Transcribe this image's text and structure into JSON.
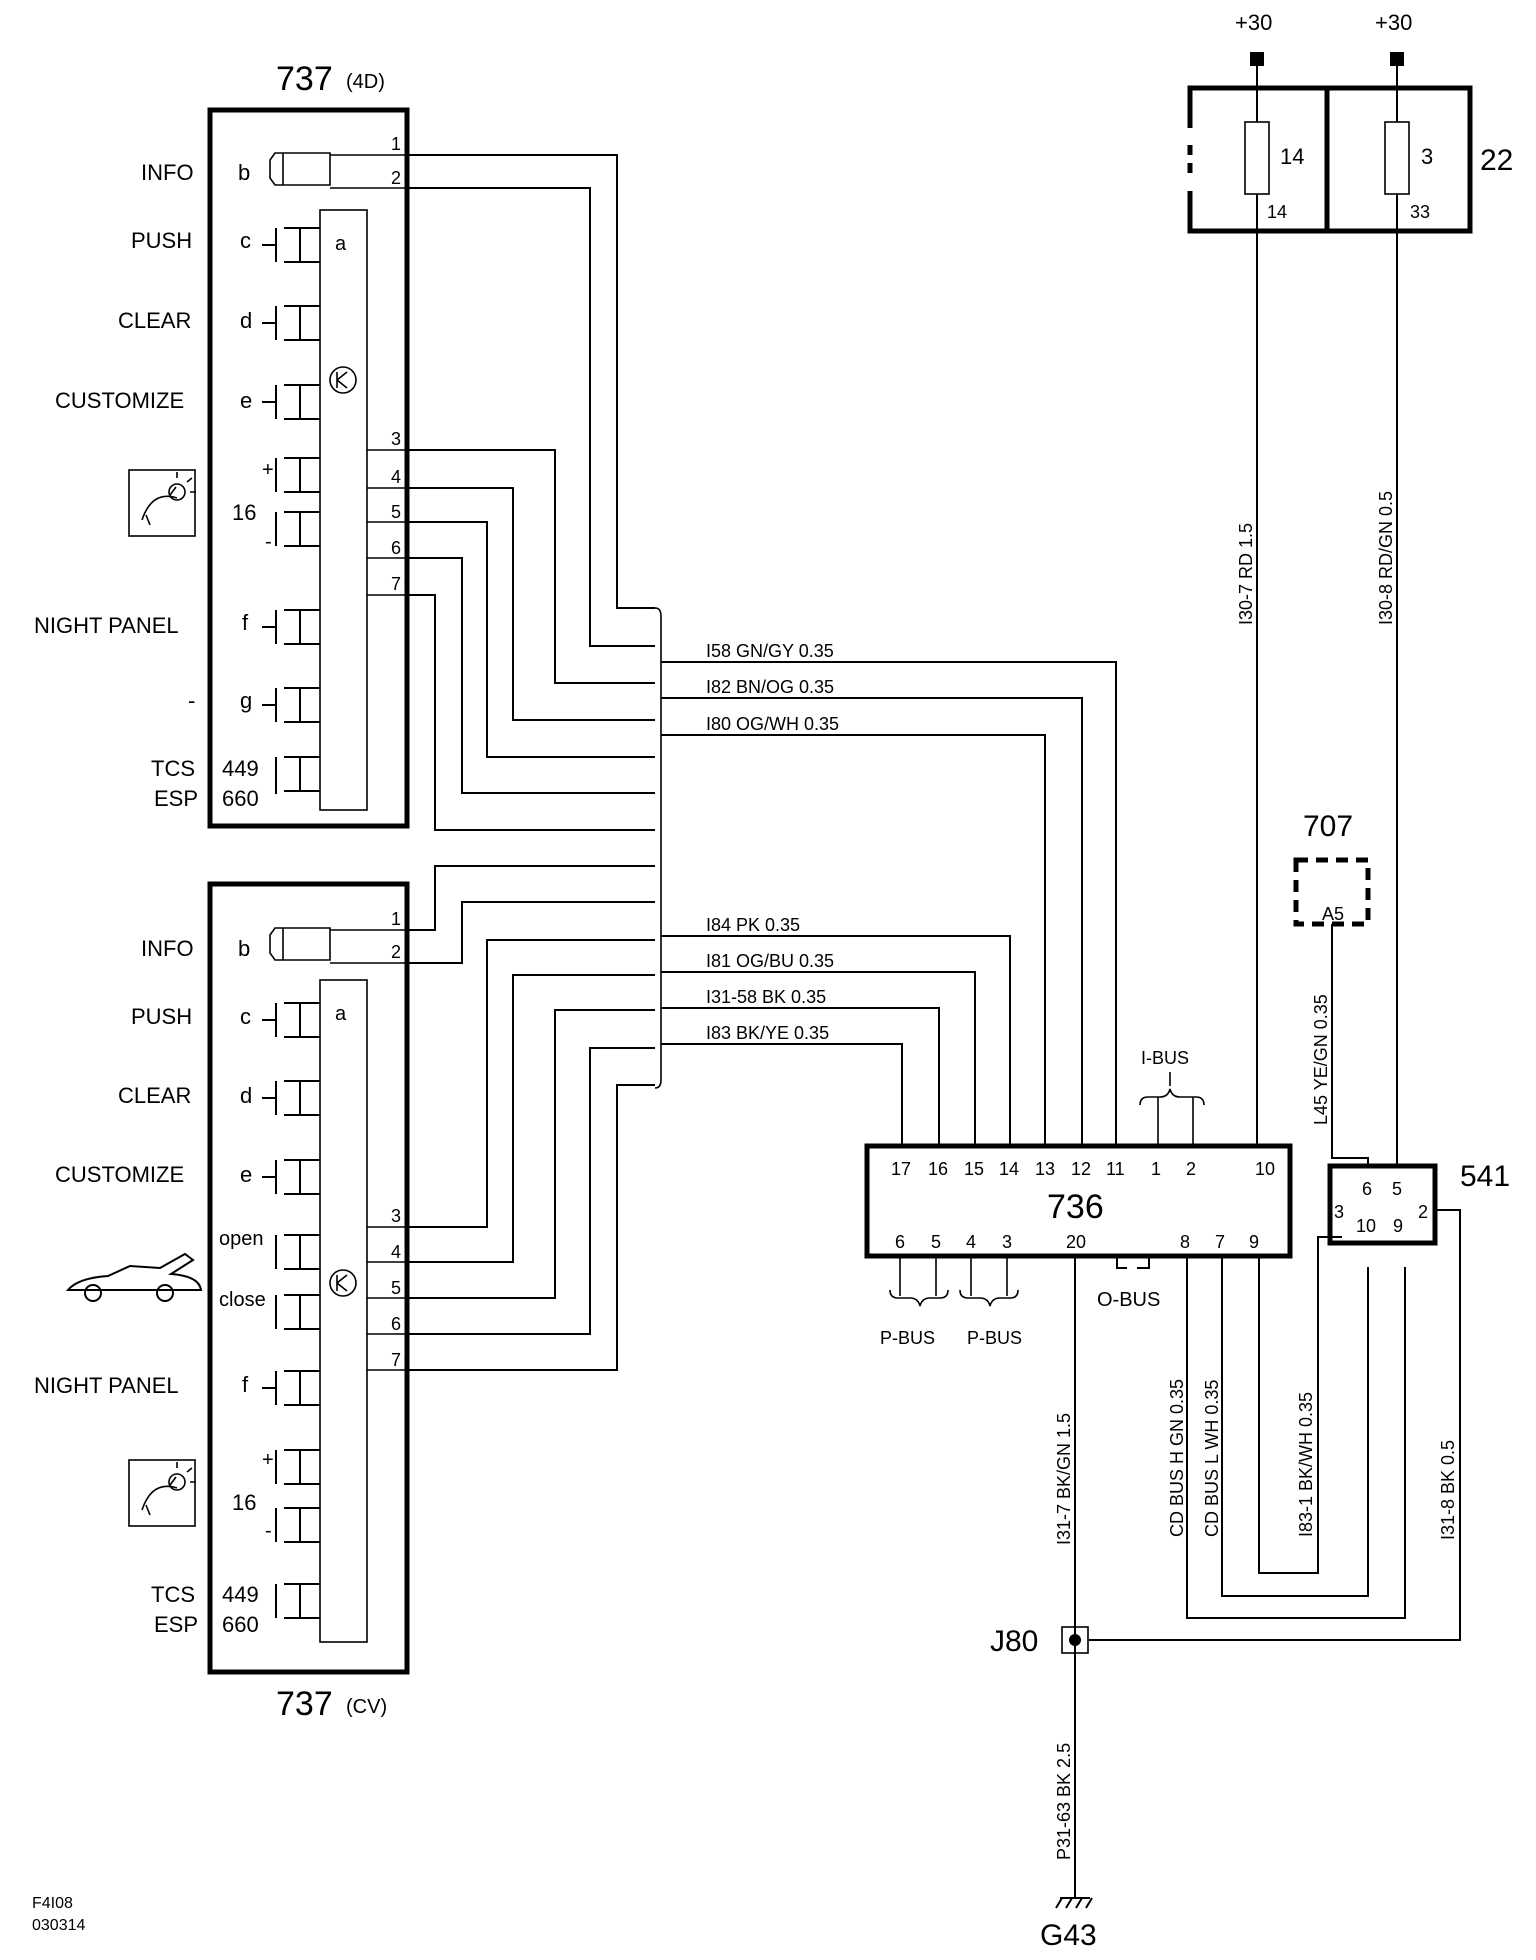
{
  "components": {
    "c737_4d_num": "737",
    "c737_4d_suffix": "(4D)",
    "c737_cv_num": "737",
    "c737_cv_suffix": "(CV)",
    "c736": "736",
    "c541": "541",
    "c22": "22",
    "c707": "707",
    "j80": "J80",
    "g43": "G43"
  },
  "switch_labels_4d": {
    "info": "INFO",
    "push": "PUSH",
    "clear": "CLEAR",
    "customize": "CUSTOMIZE",
    "night_panel": "NIGHT PANEL",
    "dash": "-",
    "tcs": "TCS",
    "esp": "ESP"
  },
  "switch_labels_cv": {
    "info": "INFO",
    "push": "PUSH",
    "clear": "CLEAR",
    "customize": "CUSTOMIZE",
    "open": "open",
    "close": "close",
    "night_panel": "NIGHT PANEL",
    "tcs": "TCS",
    "esp": "ESP"
  },
  "switch_letters": {
    "b": "b",
    "c": "c",
    "d": "d",
    "e": "e",
    "f": "f",
    "g": "g",
    "a": "a",
    "n16": "16",
    "n449": "449",
    "n660": "660",
    "plus": "+",
    "minus": "-"
  },
  "pins_737": [
    "1",
    "2",
    "3",
    "4",
    "5",
    "6",
    "7"
  ],
  "wires": {
    "i58": "I58  GN/GY  0.35",
    "i82": "I82  BN/OG  0.35",
    "i80": "I80  OG/WH  0.35",
    "i84": "I84  PK  0.35",
    "i81": "I81  OG/BU  0.35",
    "i31_58": "I31-58  BK  0.35",
    "i83": "I83  BK/YE  0.35",
    "i30_7": "I30-7  RD  1.5",
    "i30_8": "I30-8  RD/GN  0.5",
    "l45": "L45  YE/GN  0.35",
    "i31_7": "I31-7  BK/GN  1.5",
    "cd_h": "CD  BUS  H  GN  0.35",
    "cd_l": "CD  BUS  L  WH  0.35",
    "i83_1": "I83-1  BK/WH  0.35",
    "i31_8": "I31-8  BK  0.5",
    "p31_63": "P31-63  BK  2.5"
  },
  "supply": {
    "plus30_a": "+30",
    "plus30_b": "+30"
  },
  "fuses": {
    "f14_top": "14",
    "f14_bot": "14",
    "f3_top": "3",
    "f3_bot": "33"
  },
  "pins_736_top": [
    "17",
    "16",
    "15",
    "14",
    "13",
    "12",
    "11",
    "1",
    "2",
    "10"
  ],
  "pins_736_bottom": [
    "6",
    "5",
    "4",
    "3",
    "20",
    "8",
    "7",
    "9"
  ],
  "pins_541": {
    "p6": "6",
    "p5": "5",
    "p3": "3",
    "p2": "2",
    "p10": "10",
    "p9": "9"
  },
  "pin_707": "A5",
  "buses": {
    "i_bus": "I-BUS",
    "o_bus": "O-BUS",
    "p_bus_1": "P-BUS",
    "p_bus_2": "P-BUS"
  },
  "footer": {
    "code": "F4I08",
    "date": "030314"
  }
}
